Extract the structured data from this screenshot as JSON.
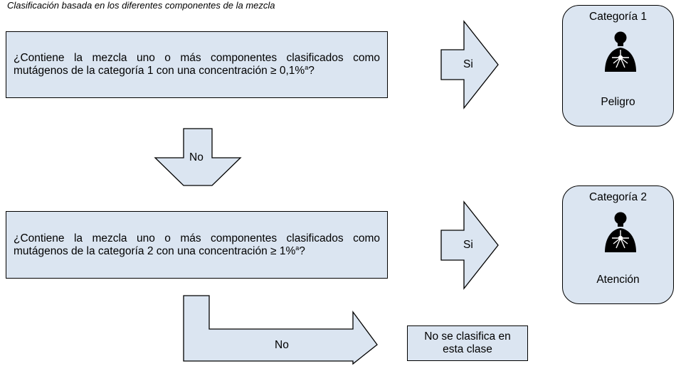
{
  "caption": "Clasificación basada en los diferentes componentes de la mezcla",
  "question1": {
    "text": "¿Contiene la mezcla uno o más componentes clasificados como mutágenos de la categoría 1 con una concentración ≥ 0,1%",
    "sup": "a",
    "end": "?"
  },
  "question2": {
    "text": "¿Contiene la mezcla uno o más componentes clasificados como mutágenos de la categoría 2 con una concentración ≥ 1%",
    "sup": "a",
    "end": "?"
  },
  "yes_label_1": "Si",
  "yes_label_2": "Si",
  "no_label_1": "No",
  "no_label_2": "No",
  "category1": {
    "title": "Categoría 1",
    "signal": "Peligro",
    "icon": "health-hazard-icon"
  },
  "category2": {
    "title": "Categoría 2",
    "signal": "Atención",
    "icon": "health-hazard-icon"
  },
  "not_classified": "No se clasifica en esta clase",
  "colors": {
    "fill": "#dbe5f1",
    "stroke": "#000000"
  }
}
